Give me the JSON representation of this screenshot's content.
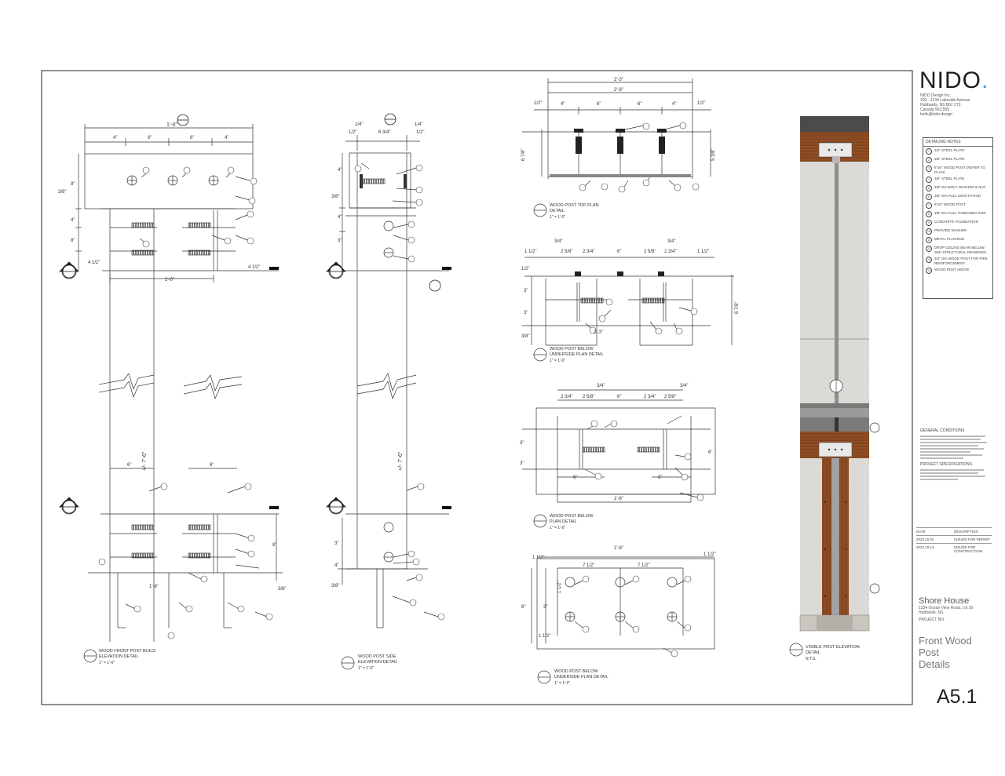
{
  "sheet": {
    "number": "A5.1",
    "frame_color": "#222222"
  },
  "firm": {
    "name": "NIDO",
    "dot": ".",
    "dot_color": "#3aa0d8",
    "address_lines": [
      "NIDO Design Inc.",
      "200 - 1234 Lakeside Avenue",
      "Hubbards, NS  B0J 1T0",
      "Canada 902.555",
      "hello@nido.design"
    ]
  },
  "detail_notes": {
    "title": "DETAILING NOTES",
    "items": [
      {
        "num": "1",
        "text": "3/4\" STEEL PLATE"
      },
      {
        "num": "2",
        "text": "3/8\" STEEL PLATE"
      },
      {
        "num": "3",
        "text": "6\"x6\" WOOD POST (REFER TO PLAN)"
      },
      {
        "num": "4",
        "text": "3/8\" STEEL PLATE"
      },
      {
        "num": "5",
        "text": "3/8\" DIA BOLT, WASHER & NUT"
      },
      {
        "num": "6",
        "text": "3/8\" DIA FULL LENGTH ROD"
      },
      {
        "num": "7",
        "text": "6\"x6\" WOOD POST"
      },
      {
        "num": "8",
        "text": "3/8\" DIA FULL THREADED ROD"
      },
      {
        "num": "9",
        "text": "CONCRETE FOUNDATION"
      },
      {
        "num": "10",
        "text": "PROVIDE WASHER"
      },
      {
        "num": "11",
        "text": "METAL FLASHING"
      },
      {
        "num": "12",
        "text": "DROP CEILING BEAM BELOW, SEE STRUCTURAL DRAWINGS"
      },
      {
        "num": "13",
        "text": "3/4\" DIA WOOD POST FOR PIPE REINFORCEMENT"
      },
      {
        "num": "14",
        "text": "WOOD POST ABOVE"
      }
    ]
  },
  "general_notes": {
    "title": "GENERAL CONDITIONS",
    "subtitle": "PROJECT SPECIFICATIONS"
  },
  "revisions": {
    "header": [
      "DATE",
      "DESCRIPTION"
    ],
    "rows": [
      [
        "2023.10.02",
        "ISSUED FOR PERMIT"
      ],
      [
        "2023.10.13",
        "ISSUED FOR CONSTRUCTION"
      ]
    ]
  },
  "project": {
    "name": "Shore House",
    "address_lines": [
      "1234 Ocean View Road, Lot 20",
      "Hubbards, NS"
    ],
    "label": "PROJECT NO.",
    "sheet_title_lines": [
      "Front Wood Post",
      "Details"
    ]
  },
  "details": [
    {
      "id": "d1",
      "caption_lines": [
        "WOOD FRONT POST BUILD",
        "ELEVATION DETAIL"
      ],
      "scale": "1\" = 1'-0\""
    },
    {
      "id": "d2",
      "caption_lines": [
        "WOOD POST SIDE",
        "ELEVATION DETAIL"
      ],
      "scale": "1\" = 1'-0\""
    },
    {
      "id": "d3",
      "caption_lines": [
        "WOOD POST TOP PLAN",
        "DETAIL"
      ],
      "scale": "1\" = 1'-0\""
    },
    {
      "id": "d4",
      "caption_lines": [
        "WOOD POST BELOW",
        "UNDERSIDE PLAN DETAIL"
      ],
      "scale": "1\" = 1'-0\""
    },
    {
      "id": "d5",
      "caption_lines": [
        "WOOD POST BELOW",
        "PLAN DETAIL"
      ],
      "scale": "1\" = 1'-0\""
    },
    {
      "id": "d6",
      "caption_lines": [
        "WOOD POST BELOW",
        "UNDERSIDE PLAN DETAIL"
      ],
      "scale": "1\" = 1'-0\""
    },
    {
      "id": "d7",
      "caption_lines": [
        "VISIBLE POST ELEVATION",
        "DETAIL"
      ],
      "scale": "N.T.S."
    }
  ],
  "dims": {
    "one_foot": "1'-0\"",
    "four": "4\"",
    "six": "6\"",
    "eight": "8\"",
    "three_eighths": "3/8\"",
    "four_half": "4 1/2\"",
    "height": "+/- 7'-6\"",
    "one_six": "1'-6\"",
    "two_three": "2'-3\"",
    "two_eight": "2'-8\"",
    "half": "1/2\"",
    "quarter": "1/4\"",
    "six_three_q": "6 3/4\"",
    "five_three_e": "5 3/8\"",
    "six_seven_e": "6 7/8\"",
    "one_half_in": "1 1/2\"",
    "two_five_e": "2 5/8\"",
    "two_three_q": "2 3/4\"",
    "three_q": "3/4\"",
    "seven_half": "7 1/2\"",
    "three": "3\""
  },
  "colors": {
    "wood": "#8a4a22",
    "wood_dark": "#5e2f14",
    "concrete": "#d9d7d2",
    "steel": "#9a9a9a",
    "line": "#333333"
  }
}
